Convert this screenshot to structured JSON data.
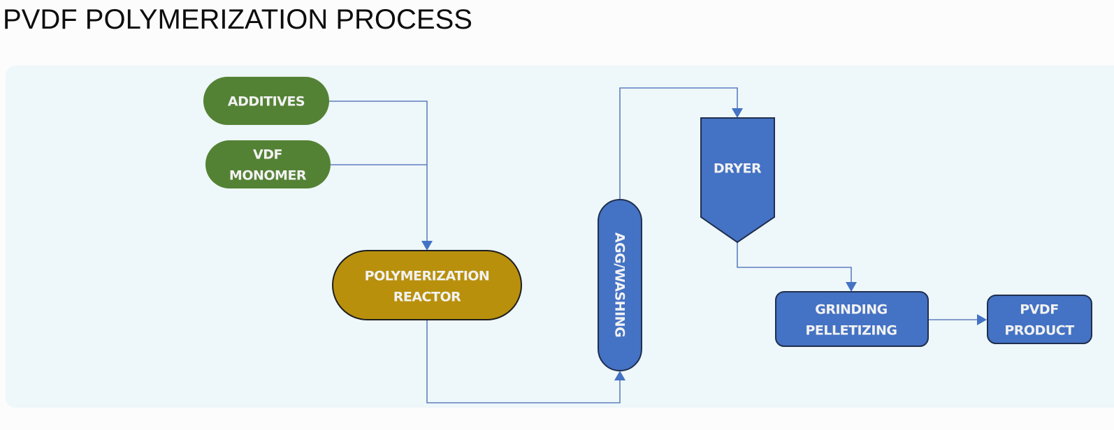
{
  "title": "PVDF POLYMERIZATION PROCESS",
  "colors": {
    "input_fill": "#548235",
    "reactor_fill": "#b8900c",
    "process_fill": "#4472c4",
    "connector": "#5f7fbf",
    "panel_bg": "#eef7fa",
    "text_on_node": "#f2f2f2"
  },
  "nodes": {
    "additives": {
      "lines": [
        "ADDITIVES"
      ],
      "shape": "pill",
      "role": "input"
    },
    "vdf_monomer": {
      "lines": [
        "VDF",
        "MONOMER"
      ],
      "shape": "pill",
      "role": "input"
    },
    "reactor": {
      "lines": [
        "POLYMERIZATION",
        "REACTOR"
      ],
      "shape": "pill",
      "role": "reactor"
    },
    "agg_washing": {
      "lines": [
        "AGG/WASHING"
      ],
      "shape": "vertical-pill",
      "orientation": "rotated-90",
      "role": "process"
    },
    "dryer": {
      "lines": [
        "DRYER"
      ],
      "shape": "hopper",
      "role": "process"
    },
    "grinding": {
      "lines": [
        "GRINDING",
        "PELLETIZING"
      ],
      "shape": "rounded-rect",
      "role": "process"
    },
    "product": {
      "lines": [
        "PVDF",
        "PRODUCT"
      ],
      "shape": "rounded-rect",
      "role": "output"
    }
  },
  "edges": [
    {
      "from": "additives",
      "to": "reactor"
    },
    {
      "from": "vdf_monomer",
      "to": "reactor"
    },
    {
      "from": "reactor",
      "to": "agg_washing"
    },
    {
      "from": "agg_washing",
      "to": "dryer"
    },
    {
      "from": "dryer",
      "to": "grinding"
    },
    {
      "from": "grinding",
      "to": "product"
    }
  ]
}
